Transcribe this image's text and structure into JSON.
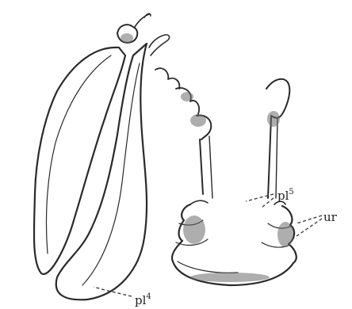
{
  "labels": {
    "pl5": {
      "base": "pl",
      "sup": "5"
    },
    "ur": {
      "text": "ur"
    },
    "pl4": {
      "base": "pl",
      "sup": "4"
    }
  },
  "colors": {
    "ink": "#2a2a2a",
    "paper": "#ffffff",
    "shading": "#6b6b6b"
  }
}
